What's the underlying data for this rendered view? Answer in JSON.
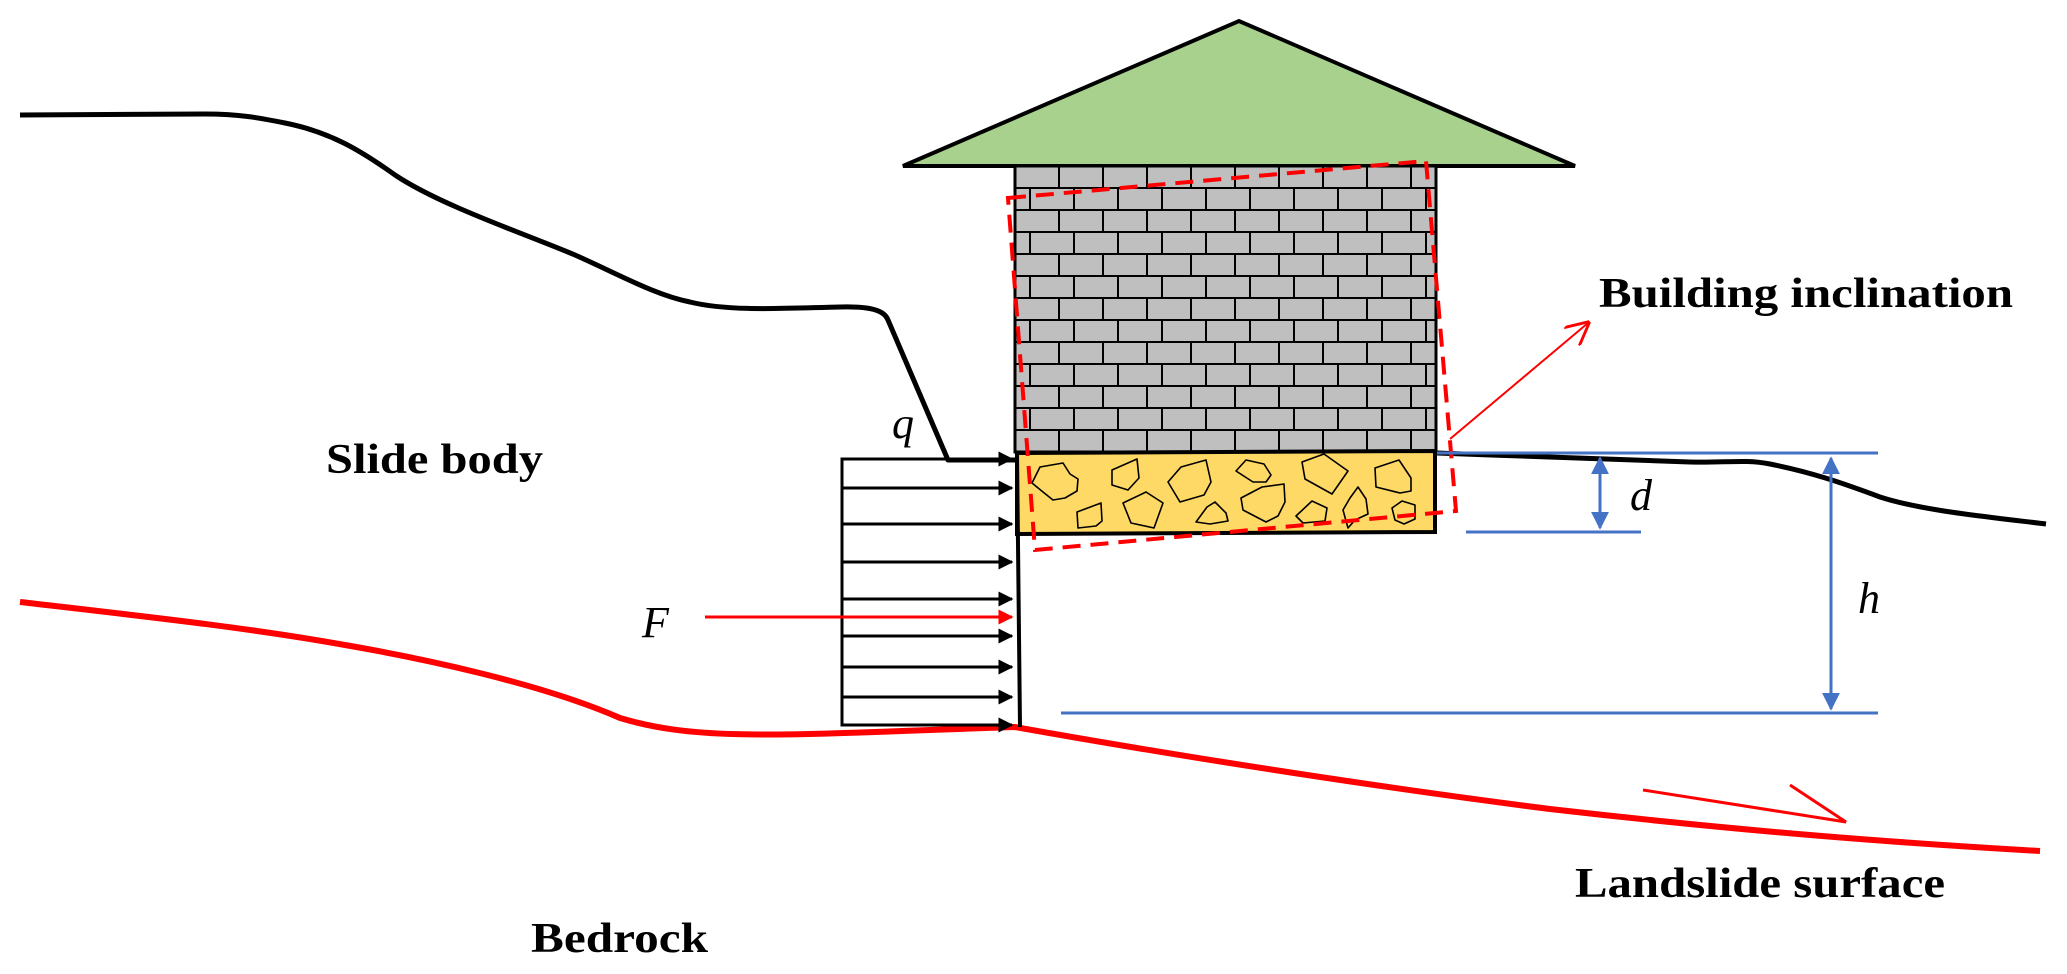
{
  "diagram": {
    "title": "Building on landslide schematic",
    "labels": {
      "slide_body": "Slide body",
      "bedrock": "Bedrock",
      "building_inclination": "Building inclination",
      "landslide_surface": "Landslide surface"
    },
    "symbols": {
      "load": "q",
      "force": "F",
      "foundation_depth": "d",
      "slide_thickness": "h"
    },
    "colors": {
      "roof": "#A9D18E",
      "brick": "#BFBFBF",
      "foundation": "#FFD966",
      "slip_surface": "#FF0000",
      "dimension": "#4472C4",
      "outline": "#000000"
    },
    "load_arrows": 10
  }
}
